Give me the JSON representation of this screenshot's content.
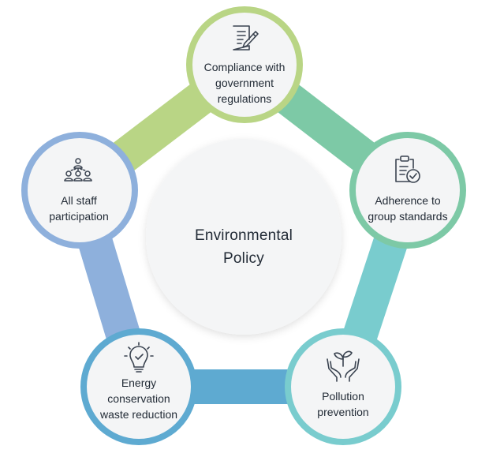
{
  "center": {
    "title": "Environmental\nPolicy"
  },
  "nodes": [
    {
      "id": "compliance",
      "label": "Compliance with\ngovernment\nregulations",
      "icon": "document-pen-icon",
      "color": "#b9d585"
    },
    {
      "id": "adherence",
      "label": "Adherence to\ngroup standards",
      "icon": "clipboard-check-icon",
      "color": "#7dc9a6"
    },
    {
      "id": "pollution",
      "label": "Pollution\nprevention",
      "icon": "hands-sprout-icon",
      "color": "#79ccce"
    },
    {
      "id": "energy",
      "label": "Energy\nconservation\nwaste reduction",
      "icon": "lightbulb-icon",
      "color": "#5eaad1"
    },
    {
      "id": "staff",
      "label": "All staff\nparticipation",
      "icon": "people-network-icon",
      "color": "#8eb0dc"
    }
  ],
  "colors": {
    "text": "#222b36",
    "icon": "#3a4350",
    "circle_fill": "#f4f5f6"
  }
}
